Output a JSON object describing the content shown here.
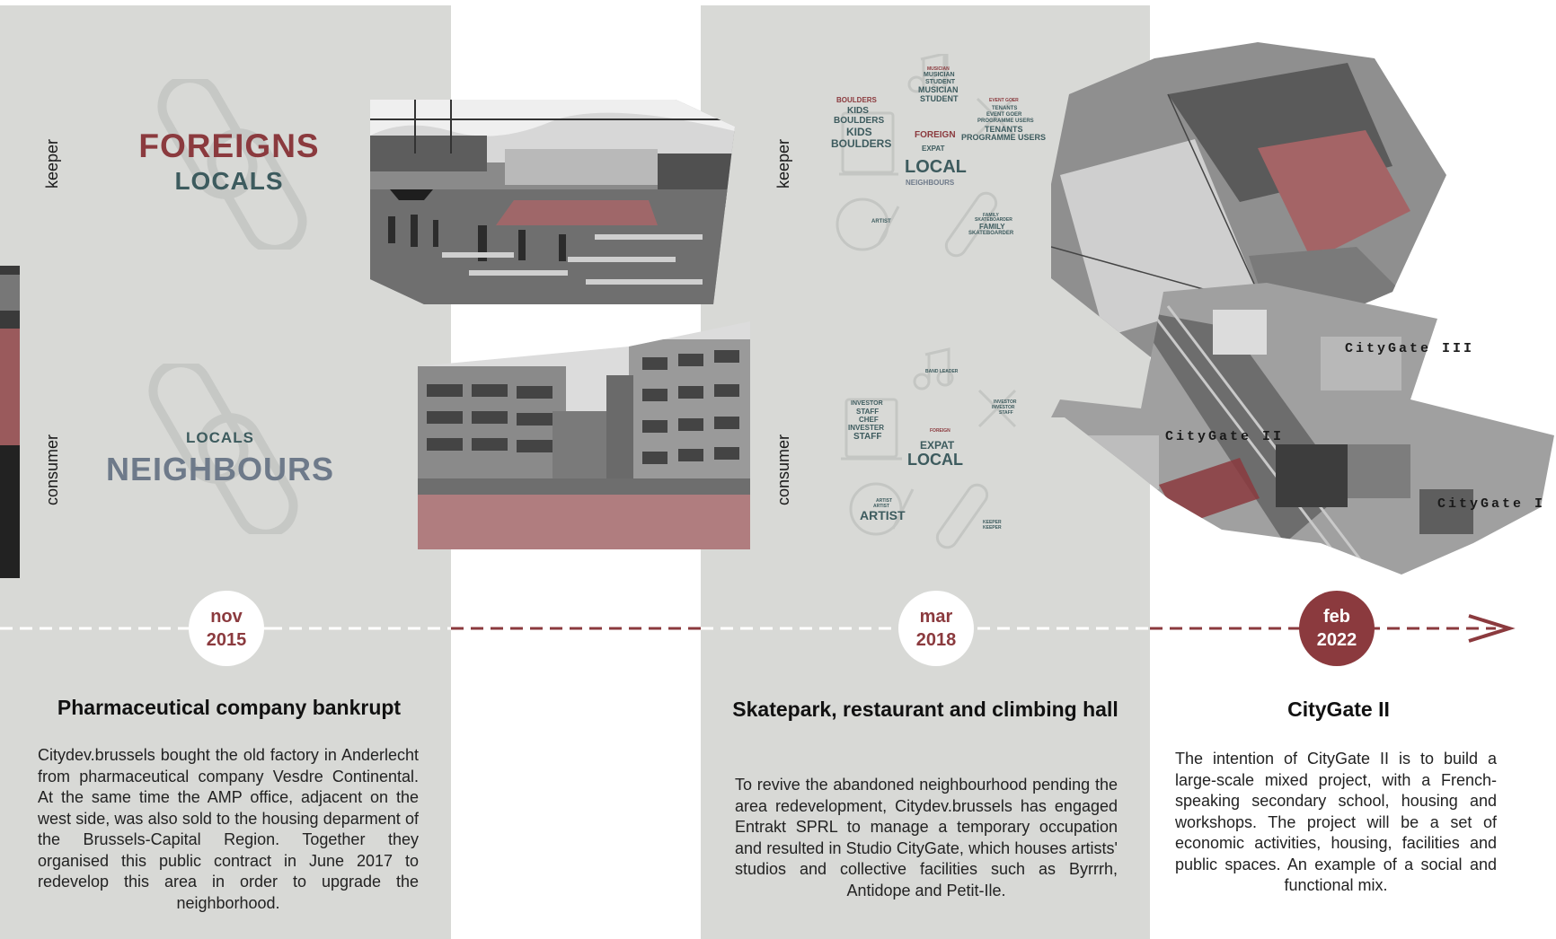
{
  "panels": {
    "left": {
      "keeper_label": "keeper",
      "consumer_label": "consumer",
      "keeper_words": {
        "primary": "FOREIGNS",
        "secondary": "LOCALS"
      },
      "consumer_words": {
        "secondary": "LOCALS",
        "primary": "NEIGHBOURS"
      }
    },
    "middle": {
      "keeper_label": "keeper",
      "consumer_label": "consumer",
      "keeper_cloud": {
        "climb_red": "BOULDERS",
        "climb_1": "KIDS",
        "climb_2": "BOULDERS",
        "climb_3": "KIDS",
        "climb_4": "BOULDERS",
        "music_red": "MUSICIAN",
        "music_1": "MUSICIAN",
        "music_2": "STUDENT",
        "music_3": "MUSICIAN",
        "music_4": "STUDENT",
        "food_red": "EVENT GOER",
        "food_1": "TENANTS",
        "food_2": "EVENT GOER",
        "food_3": "PROGRAMME USERS",
        "food_4": "TENANTS",
        "food_5": "PROGRAMME USERS",
        "center_red": "FOREIGN",
        "center_1": "EXPAT",
        "center_2": "LOCAL",
        "center_3": "NEIGHBOURS",
        "art_1": "ARTIST",
        "skate_1": "FAMILY",
        "skate_2": "SKATEBOARDER",
        "skate_3": "FAMILY",
        "skate_4": "SKATEBOARDER"
      },
      "consumer_cloud": {
        "music_1": "BAND LEADER",
        "office_1": "INVESTOR",
        "office_2": "STAFF",
        "office_3": "CHEF",
        "office_4": "INVESTER",
        "office_5": "STAFF",
        "food_1": "INVESTOR",
        "food_2": "INVESTOR",
        "food_3": "STAFF",
        "center_red": "FOREIGN",
        "center_1": "EXPAT",
        "center_2": "LOCAL",
        "art_1": "ARTIST",
        "art_2": "ARTIST",
        "art_3": "ARTIST",
        "skate_1": "KEEPER",
        "skate_2": "KEEPER"
      }
    }
  },
  "map": {
    "label_1": "CityGate III",
    "label_2": "CityGate II",
    "label_3": "CityGate I"
  },
  "timeline": [
    {
      "month": "nov",
      "year": "2015"
    },
    {
      "month": "mar",
      "year": "2018"
    },
    {
      "month": "feb",
      "year": "2022"
    }
  ],
  "sections": [
    {
      "title": "Pharmaceutical company bankrupt",
      "body": "Citydev.brussels bought the old factory in Anderlecht from pharmaceutical company Vesdre Continental. At the same time the AMP office, adjacent on the west side, was also sold to the housing deparment of the Brussels-Capital Region. Together they organised this public contract in June 2017 to redevelop this area in order to upgrade the neighborhood."
    },
    {
      "title": "Skatepark, restaurant and climbing hall",
      "body": "To revive the abandoned neighbourhood pending the area redevelopment, Citydev.brussels has engaged Entrakt SPRL to manage a temporary occupation and resulted in Studio CityGate, which houses artists' studios and collective facilities such as Byrrrh, Antidope and Petit-Ile."
    },
    {
      "title": "CityGate II",
      "body": "The intention of CityGate II is to build a large-scale mixed project, with a French-speaking secondary school, housing and workshops. The project will be a set of economic activities, housing, facilities and public spaces. An example of a social and functional mix."
    }
  ],
  "colors": {
    "accent": "#8b3a3e",
    "teal": "#3d5b5e",
    "slate": "#6e7a8a",
    "panel": "#d8d9d6"
  }
}
